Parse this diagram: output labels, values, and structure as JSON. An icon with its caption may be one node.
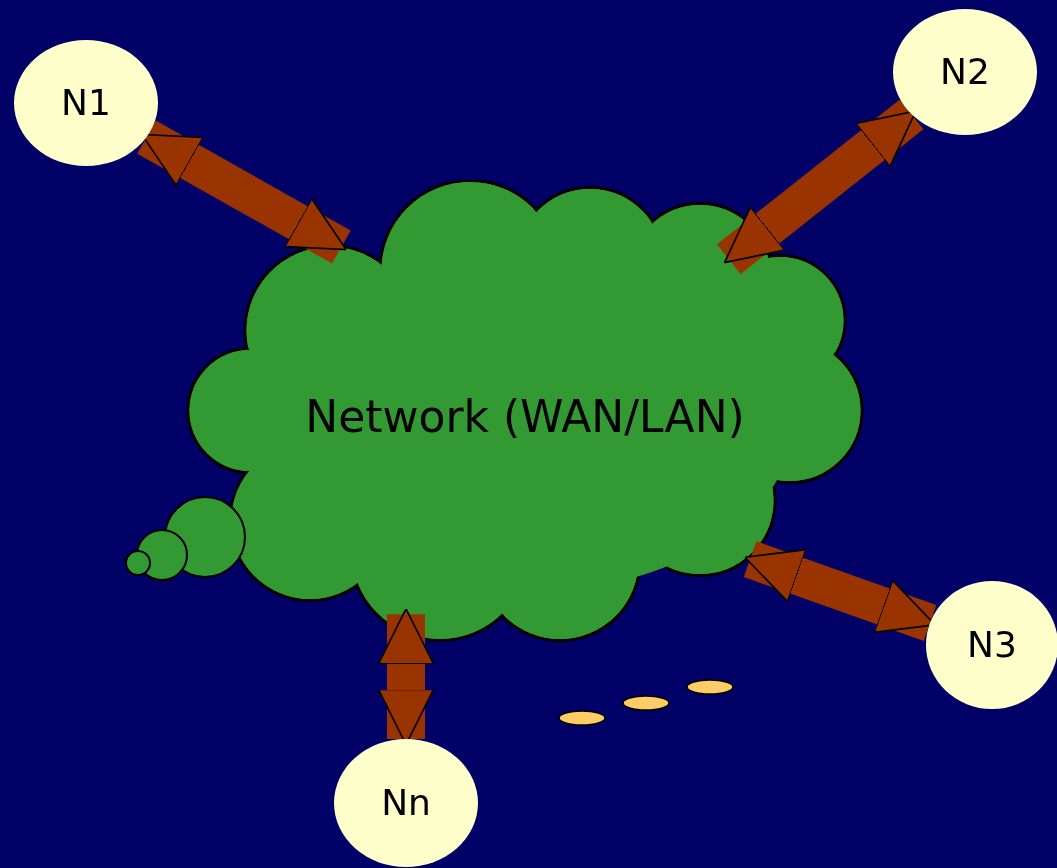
{
  "diagram": {
    "nodes": [
      {
        "text": [
          "Network (WAN/LAN)"
        ]
      },
      {
        "text": [
          "N1"
        ]
      },
      {
        "text": [
          "N2"
        ]
      },
      {
        "text": [
          "N3"
        ]
      },
      {
        "text": [
          "Nn"
        ]
      }
    ],
    "edges": [
      {
        "from": 0,
        "to": 1,
        "arrow": "both",
        "color": "#993300"
      },
      {
        "from": 0,
        "to": 2,
        "arrow": "both",
        "color": "#993300"
      },
      {
        "from": 0,
        "to": 3,
        "arrow": "both",
        "color": "#993300"
      },
      {
        "from": 0,
        "to": 4,
        "arrow": "both",
        "color": "#993300"
      }
    ]
  }
}
